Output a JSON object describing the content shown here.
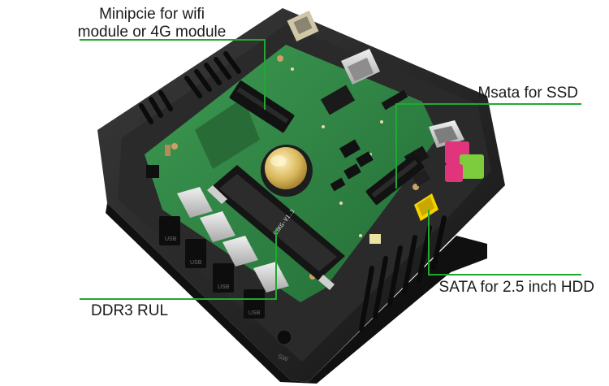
{
  "callouts": {
    "minipcie": [
      "Minipcie for wifi",
      "module or 4G module"
    ],
    "msata": "Msata for SSD",
    "sata": "SATA for 2.5 inch HDD",
    "ddr3": "DDR3 RUL"
  },
  "board_marking": "G3KG-V1.3",
  "usb_port_label": "USB",
  "switch_label": "SW",
  "colors": {
    "callout_line": "#22a832",
    "pcb": "#2f8b45",
    "chassis": "#222222"
  },
  "icons": [
    "usb-port-icon",
    "ethernet-port-icon",
    "audio-jack-icon",
    "power-switch-icon"
  ]
}
